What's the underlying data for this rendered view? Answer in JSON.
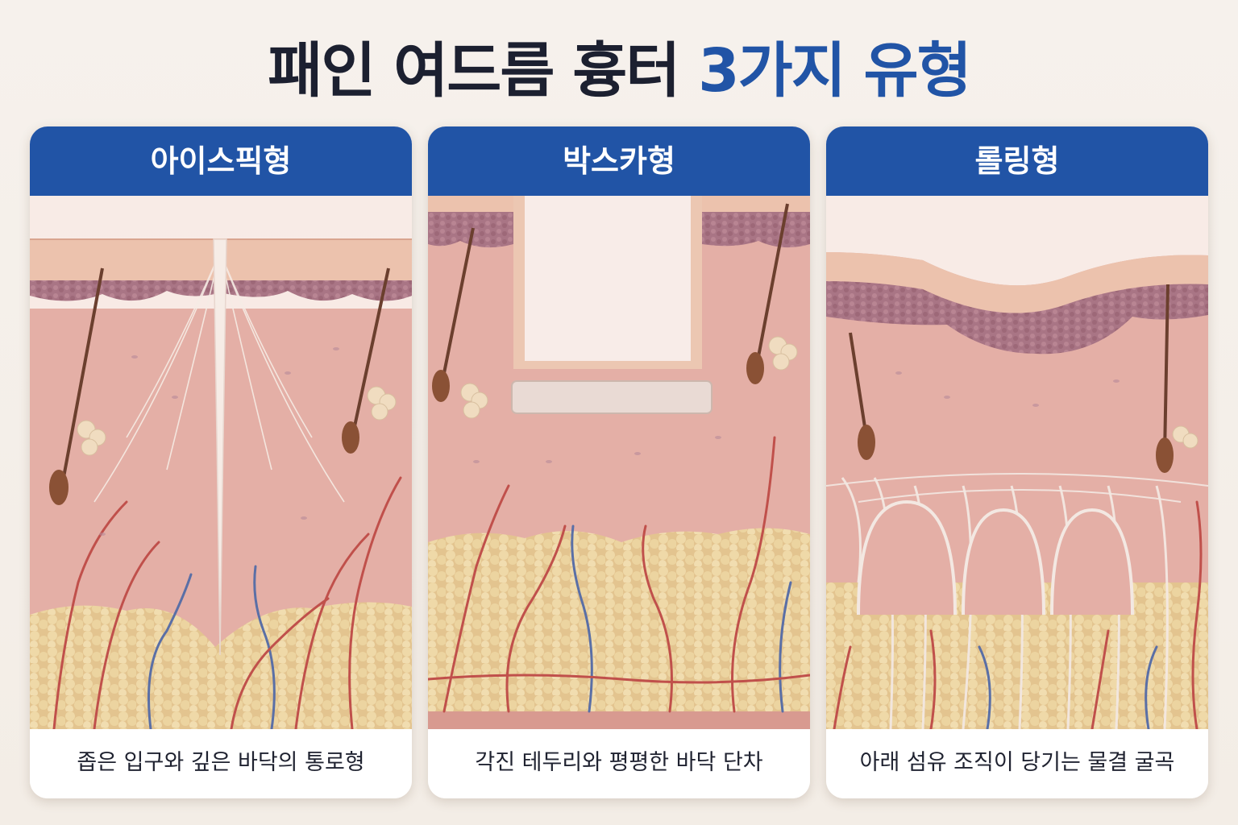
{
  "title": {
    "prefix": "패인 여드름 흉터 ",
    "accent": "3가지 유형"
  },
  "panels": [
    {
      "header": "아이스픽형",
      "caption": "좁은 입구와 깊은 바닥의 통로형"
    },
    {
      "header": "박스카형",
      "caption": "각진 테두리와 평평한 바닥 단차"
    },
    {
      "header": "롤링형",
      "caption": "아래 섬유 조직이 당기는 물결 굴곡"
    }
  ],
  "colors": {
    "header_bg": "#2154a6",
    "title_accent": "#2154a6",
    "epidermis": "#ecc1ac",
    "pigment_layer": "#a97585",
    "dermis": "#e5b0a7",
    "fat": "#ebd3a0",
    "artery": "#c0504b",
    "vein": "#5a6fa6",
    "fiber": "#f6ece5"
  }
}
